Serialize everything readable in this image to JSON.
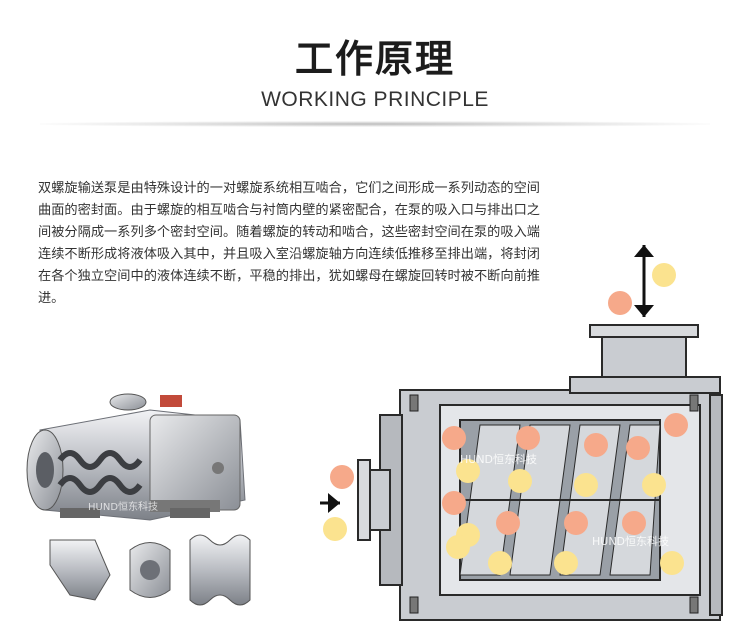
{
  "header": {
    "title": "工作原理",
    "subtitle": "WORKING PRINCIPLE"
  },
  "description": "双螺旋输送泵是由特殊设计的一对螺旋系统相互啮合，它们之间形成一系列动态的空间曲面的密封面。由于螺旋的相互啮合与衬筒内壁的紧密配合，在泵的吸入口与排出口之间被分隔成一系列多个密封空间。随着螺旋的转动和啮合，这些密封空间在泵的吸入端连续不断形成将液体吸入其中，并且吸入室沿螺旋轴方向连续低推移至排出端，将封闭在各个独立空间中的液体连续不断，平稳的排出，犹如螺母在螺旋回转时被不断向前推进。",
  "watermarks": [
    "HUND恒东科技",
    "HUND恒东科技",
    "HUND恒东科技"
  ],
  "colors": {
    "ball_orange": "#f6a98a",
    "ball_yellow": "#fbe38f",
    "pump_body": "#c9ccd1",
    "pump_outline": "#2a2a2a",
    "arrow": "#111111"
  }
}
